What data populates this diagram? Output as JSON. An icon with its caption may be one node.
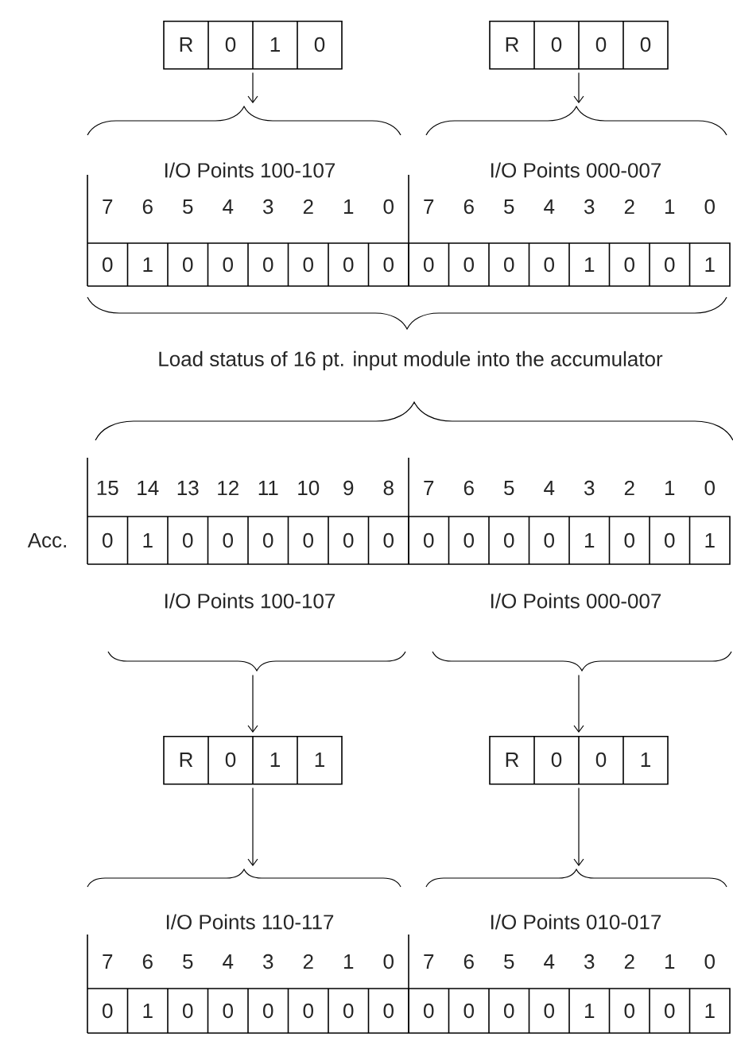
{
  "diagram": {
    "nodes": [
      {
        "text": [
          "R",
          "0",
          "1",
          "0"
        ]
      },
      {
        "text": [
          "R",
          "0",
          "0",
          "0"
        ]
      },
      {
        "text": [
          "I/O Points 100-107",
          "I/O Points 000-007",
          "7",
          "6",
          "5",
          "4",
          "3",
          "2",
          "1",
          "0",
          "7",
          "6",
          "5",
          "4",
          "3",
          "2",
          "1",
          "0",
          "0",
          "1",
          "0",
          "0",
          "0",
          "0",
          "0",
          "0",
          "0",
          "0",
          "0",
          "0",
          "1",
          "0",
          "0",
          "1"
        ]
      },
      {
        "text": [
          "Acc.",
          "I/O Points 100-107",
          "I/O Points 000-007",
          "15",
          "14",
          "13",
          "12",
          "11",
          "10",
          "9",
          "8",
          "7",
          "6",
          "5",
          "4",
          "3",
          "2",
          "1",
          "0",
          "0",
          "1",
          "0",
          "0",
          "0",
          "0",
          "0",
          "0",
          "0",
          "0",
          "0",
          "0",
          "1",
          "0",
          "0",
          "1"
        ]
      },
      {
        "text": [
          "R",
          "0",
          "1",
          "1"
        ]
      },
      {
        "text": [
          "R",
          "0",
          "0",
          "1"
        ]
      },
      {
        "text": [
          "I/O Points 110-117",
          "I/O Points 010-017",
          "7",
          "6",
          "5",
          "4",
          "3",
          "2",
          "1",
          "0",
          "7",
          "6",
          "5",
          "4",
          "3",
          "2",
          "1",
          "0",
          "0",
          "1",
          "0",
          "0",
          "0",
          "0",
          "0",
          "0",
          "0",
          "0",
          "0",
          "0",
          "1",
          "0",
          "0",
          "1"
        ]
      }
    ],
    "edges": [
      {
        "from": 0,
        "to": 2,
        "arrow": "to"
      },
      {
        "from": 1,
        "to": 2,
        "arrow": "to"
      },
      {
        "from": 3,
        "to": 4,
        "arrow": "to"
      },
      {
        "from": 3,
        "to": 5,
        "arrow": "to"
      },
      {
        "from": 4,
        "to": 6,
        "arrow": "to"
      },
      {
        "from": 5,
        "to": 6,
        "arrow": "to"
      }
    ],
    "labels": [
      "Load status of 16 pt. input module into the accumulator"
    ]
  }
}
